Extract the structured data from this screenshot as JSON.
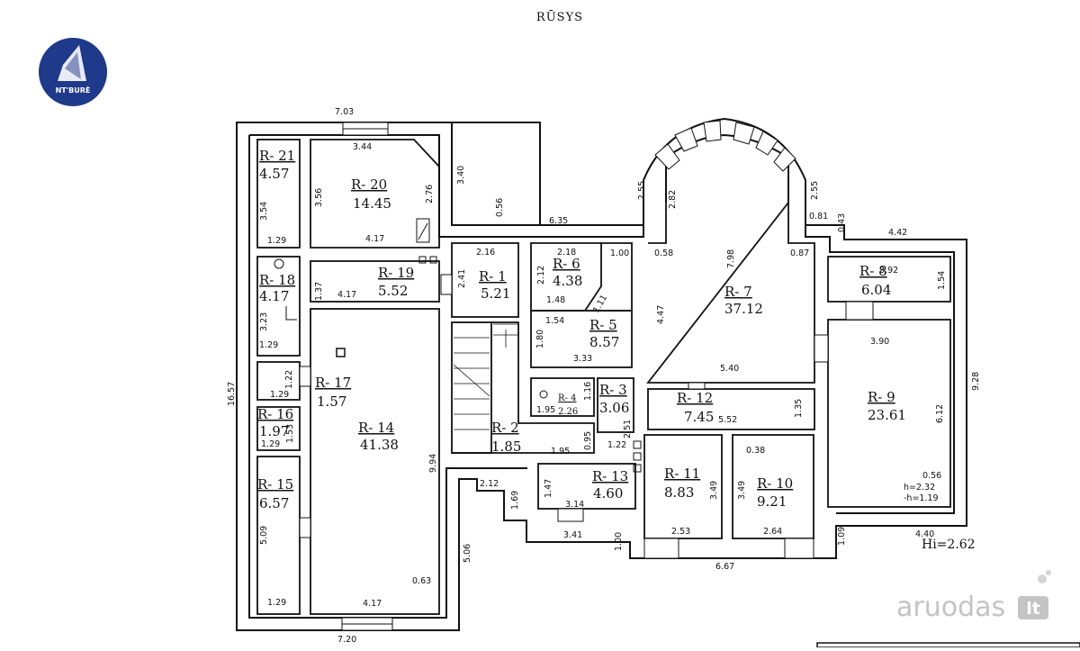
{
  "title": "RŪSYS",
  "logo": {
    "text": "NT'BURĖ",
    "color": "#1f3a8a"
  },
  "watermark": {
    "main": "aruodas",
    "suffix": "lt"
  },
  "height_note": "Hi=2.62",
  "rooms": [
    {
      "id": "R- 21",
      "area": "4.57"
    },
    {
      "id": "R- 20",
      "area": "14.45"
    },
    {
      "id": "R- 18",
      "area": "4.17"
    },
    {
      "id": "R- 19",
      "area": "5.52"
    },
    {
      "id": "R- 1",
      "area": "5.21"
    },
    {
      "id": "R- 6",
      "area": "4.38"
    },
    {
      "id": "R- 5",
      "area": "8.57"
    },
    {
      "id": "R- 7",
      "area": "37.12"
    },
    {
      "id": "R- 8",
      "area": "6.04"
    },
    {
      "id": "R- 17",
      "area": "1.57"
    },
    {
      "id": "R- 16",
      "area": "1.97"
    },
    {
      "id": "R- 14",
      "area": "41.38"
    },
    {
      "id": "R- 4",
      "area": "2.26"
    },
    {
      "id": "R- 3",
      "area": "3.06"
    },
    {
      "id": "R- 12",
      "area": "7.45"
    },
    {
      "id": "R- 9",
      "area": "23.61"
    },
    {
      "id": "R- 2",
      "area": "1.85"
    },
    {
      "id": "R- 13",
      "area": "4.60"
    },
    {
      "id": "R- 11",
      "area": "8.83"
    },
    {
      "id": "R- 10",
      "area": "9.21"
    },
    {
      "id": "R- 15",
      "area": "6.57"
    }
  ],
  "dimensions": [
    "7.03",
    "3.44",
    "3.40",
    "0.56",
    "6.35",
    "2.55",
    "2.82",
    "2.55",
    "0.81",
    "0.43",
    "4.42",
    "3.54",
    "1.29",
    "3.56",
    "2.76",
    "4.17",
    "2.16",
    "2.41",
    "2.18",
    "1.00",
    "2.12",
    "1.48",
    "1.11",
    "0.58",
    "7.98",
    "0.87",
    "4.47",
    "3.92",
    "1.54",
    "1.37",
    "4.17",
    "3.23",
    "1.29",
    "1.54",
    "1.80",
    "3.33",
    "3.90",
    "5.40",
    "9.28",
    "16.57",
    "1.22",
    "1.29",
    "1.53",
    "1.95",
    "1.16",
    "1.29",
    "6.12",
    "1.35",
    "5.52",
    "9.94",
    "1.95",
    "0.95",
    "1.22",
    "2.51",
    "0.38",
    "3.49",
    "3.49",
    "0.56",
    "h=2.32",
    "-h=1.19",
    "2.12",
    "1.47",
    "3.14",
    "1.69",
    "5.09",
    "2.53",
    "2.64",
    "4.40",
    "3.41",
    "1.00",
    "1.09",
    "5.06",
    "6.67",
    "0.63",
    "4.17",
    "1.29",
    "7.20"
  ]
}
